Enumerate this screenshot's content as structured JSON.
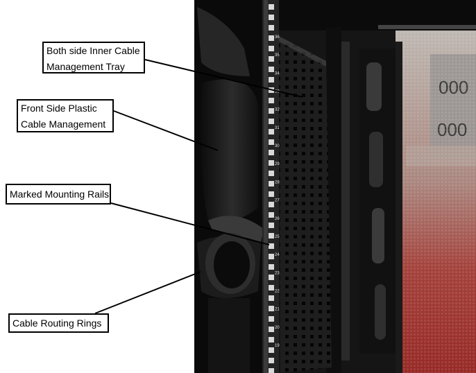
{
  "figure": {
    "kind": "annotated-photo",
    "subject": "server-rack-interior",
    "callouts": [
      {
        "name": "inner-cable-tray",
        "line1": "Both side Inner Cable",
        "line2": "Management Tray"
      },
      {
        "name": "plastic-cable-management",
        "line1": "Front Side Plastic",
        "line2": "Cable Management"
      },
      {
        "name": "mounting-rails",
        "line1": "Marked Mounting Rails"
      },
      {
        "name": "routing-rings",
        "line1": "Cable Routing Rings"
      }
    ],
    "rail_numbers": [
      "36",
      "35",
      "34",
      "33",
      "32",
      "31",
      "30",
      "29",
      "28",
      "27",
      "26",
      "25",
      "24",
      "23",
      "22",
      "21",
      "20",
      "19"
    ],
    "background_sign_text": [
      "000",
      "000"
    ]
  },
  "colors": {
    "rack_black": "#151515",
    "door_mesh_red": "#c23a34",
    "callout_border": "#000000"
  }
}
